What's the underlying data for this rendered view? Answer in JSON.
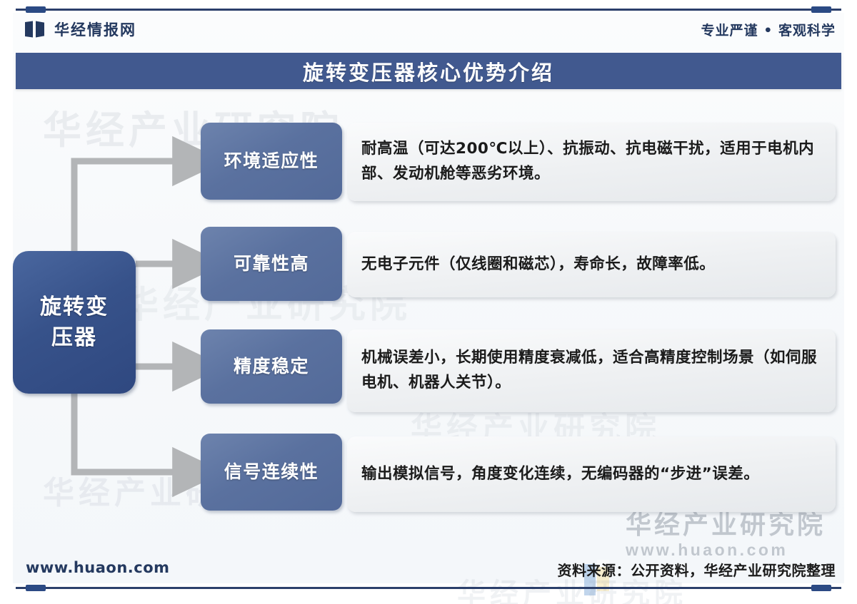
{
  "header": {
    "logo_icon": "huaon-flag-logo-icon",
    "brand_name": "华经情报网",
    "tagline": "专业严谨 • 客观科学"
  },
  "title_banner": {
    "title": "旋转变压器核心优势介绍"
  },
  "diagram": {
    "root": {
      "label": "旋转变压器"
    },
    "branches": [
      {
        "label": "环境适应性",
        "description": "耐高温（可达200℃以上）、抗振动、抗电磁干扰，适用于电机内部、发动机舱等恶劣环境。"
      },
      {
        "label": "可靠性高",
        "description": "无电子元件（仅线圈和磁芯），寿命长，故障率低。"
      },
      {
        "label": "精度稳定",
        "description": "机械误差小，长期使用精度衰减低，适合高精度控制场景（如伺服电机、机器人关节）。"
      },
      {
        "label": "信号连续性",
        "description": "输出模拟信号，角度变化连续，无编码器的“步进”误差。"
      }
    ]
  },
  "watermarks": {
    "background_text": "华经产业研究院",
    "corner_title": "华经产业研究院",
    "corner_url": "www.huaon.com",
    "corner_logo_icon": "huaon-color-block-icon"
  },
  "footer": {
    "url": "www.huaon.com",
    "source": "资料来源：公开资料，华经产业研究院整理"
  },
  "colors": {
    "banner_blue": "#41598f",
    "root_node_blue": "#37528a",
    "branch_box_blue": "#5a719f",
    "panel_gray": "#eef0f2",
    "rule_navy": "#2b3f6b",
    "connector_gray": "#b3b5b7",
    "text_dark": "#1b1b1b",
    "brand_navy": "#24395f"
  }
}
